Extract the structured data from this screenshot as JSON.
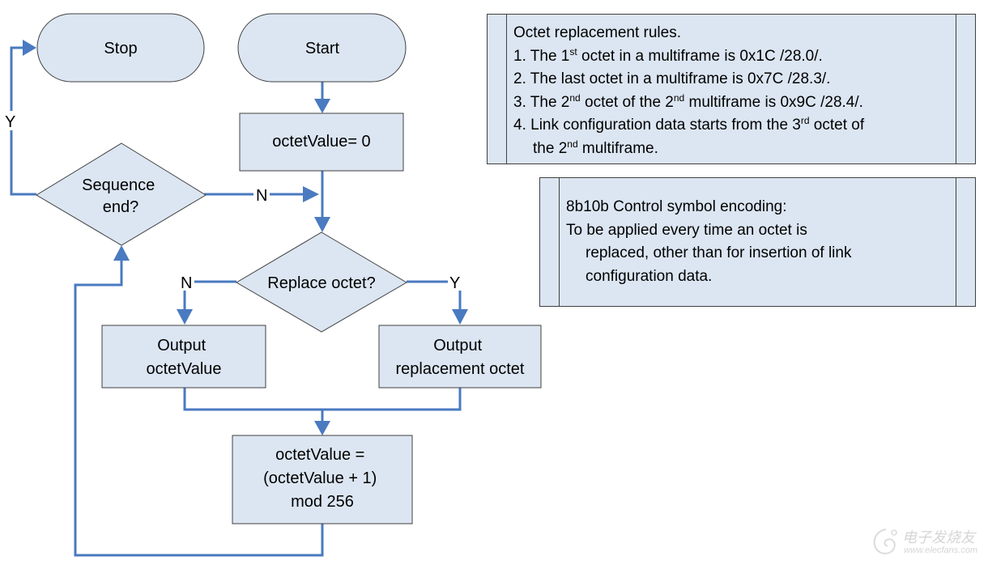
{
  "flowchart": {
    "nodes": {
      "stop": "Stop",
      "start": "Start",
      "init": "octetValue= 0",
      "sequence_end": [
        "Sequence",
        "end?"
      ],
      "replace_octet": "Replace octet?",
      "output_value": [
        "Output",
        "octetValue"
      ],
      "output_replacement": [
        "Output",
        "replacement octet"
      ],
      "increment": [
        "octetValue =",
        "(octetValue + 1)",
        "mod 256"
      ]
    },
    "edge_labels": {
      "sequence_end_yes": "Y",
      "sequence_end_no": "N",
      "replace_no": "N",
      "replace_yes": "Y"
    }
  },
  "notes": {
    "rules": {
      "title": "Octet replacement rules.",
      "items": [
        {
          "pre": "1. The 1",
          "sup": "st",
          "post": " octet in a multiframe is 0x1C /28.0/."
        },
        {
          "pre": "2. The last octet in a multiframe is 0x7C /28.3/.",
          "sup": "",
          "post": ""
        },
        {
          "pre": "3. The 2",
          "sup": "nd",
          "mid": " octet of the 2",
          "sup2": "nd",
          "post": " multiframe is 0x9C /28.4/."
        },
        {
          "pre": "4. Link configuration data starts from the 3",
          "sup": "rd",
          "post": " octet of"
        }
      ],
      "item4_cont": {
        "pre": "the 2",
        "sup": "nd",
        "post": " multiframe."
      }
    },
    "encoding": {
      "title": "8b10b Control symbol encoding:",
      "line1": "To be applied every time an octet is",
      "line2": "replaced, other than for insertion of link",
      "line3": "configuration data."
    }
  },
  "watermark": {
    "brand": "电子发烧友",
    "url": "www.elecfans.com"
  },
  "colors": {
    "shape_fill": "#dce6f2",
    "shape_stroke": "#404040",
    "connector": "#4a7ac0"
  }
}
